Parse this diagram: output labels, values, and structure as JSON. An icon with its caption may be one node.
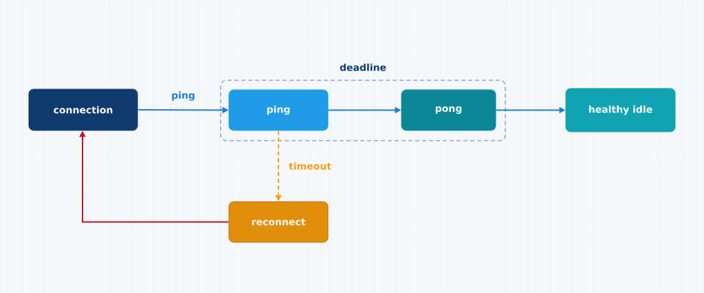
{
  "diagram": {
    "nodes": [
      {
        "text": [
          "connection"
        ]
      },
      {
        "text": [
          "deadline"
        ]
      },
      {
        "text": [
          "ping"
        ],
        "in": 1
      },
      {
        "text": [
          "pong"
        ],
        "in": 1
      },
      {
        "text": [
          "healthy idle"
        ]
      },
      {
        "text": [
          "reconnect"
        ]
      }
    ],
    "edges": [
      {
        "from": 0,
        "to": 2,
        "arrow": "to",
        "label": "ping"
      },
      {
        "from": 2,
        "to": 3,
        "arrow": "to"
      },
      {
        "from": 3,
        "to": 4,
        "arrow": "to"
      },
      {
        "from": 2,
        "to": 5,
        "arrow": "to",
        "label": "timeout",
        "style": "dashed",
        "color": "#f0a023"
      },
      {
        "from": 5,
        "to": 0,
        "arrow": "to",
        "color": "#c8102e"
      }
    ]
  }
}
